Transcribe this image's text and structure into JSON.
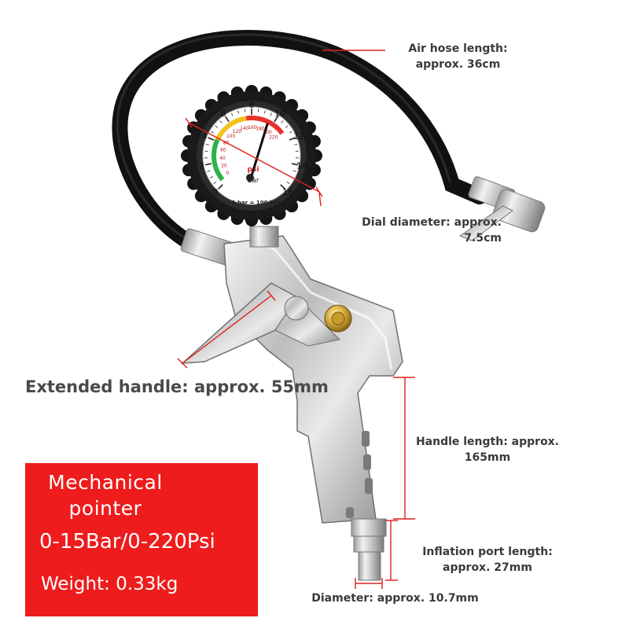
{
  "labels": {
    "hose_length": "Air hose length:\napprox. 36cm",
    "dial_diameter": "Dial diameter: approx.\n7.5cm",
    "extended_handle": "Extended handle: approx. 55mm",
    "handle_length": "Handle length: approx.\n165mm",
    "port_length": "Inflation port length:\napprox. 27mm",
    "diameter": "Diameter: approx. 10.7mm"
  },
  "promo": {
    "title": "Mechanical\npointer",
    "range": "0-15Bar/0-220Psi",
    "weight": "Weight: 0.33kg"
  },
  "gauge": {
    "bar_ticks": [
      "0",
      "2",
      "4",
      "6",
      "8",
      "10",
      "12",
      "14",
      "16"
    ],
    "psi_ticks": [
      "0",
      "20",
      "40",
      "60",
      "80",
      "100",
      "120",
      "140",
      "160",
      "180",
      "200",
      "220"
    ],
    "unit_psi": "psi",
    "unit_bar": "bar",
    "conversion": "1 bar = 100 kPa"
  },
  "colors": {
    "accent_red": "#ee1c1c",
    "annotation_red": "#e02020",
    "zone_green": "#2db34a",
    "zone_yellow": "#f2c21b",
    "zone_red": "#e8322c"
  }
}
